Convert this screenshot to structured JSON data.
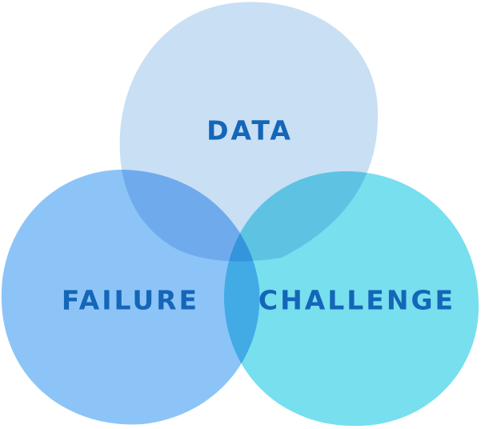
{
  "diagram": {
    "type": "venn",
    "circles": [
      {
        "id": "data",
        "label": "DATA",
        "fill": "#C9DFF4"
      },
      {
        "id": "failure",
        "label": "FAILURE",
        "fill": "#8DC4F7"
      },
      {
        "id": "challenge",
        "label": "CHALLENGE",
        "fill": "#77DFEE"
      }
    ],
    "label_color": "#1466B8"
  }
}
